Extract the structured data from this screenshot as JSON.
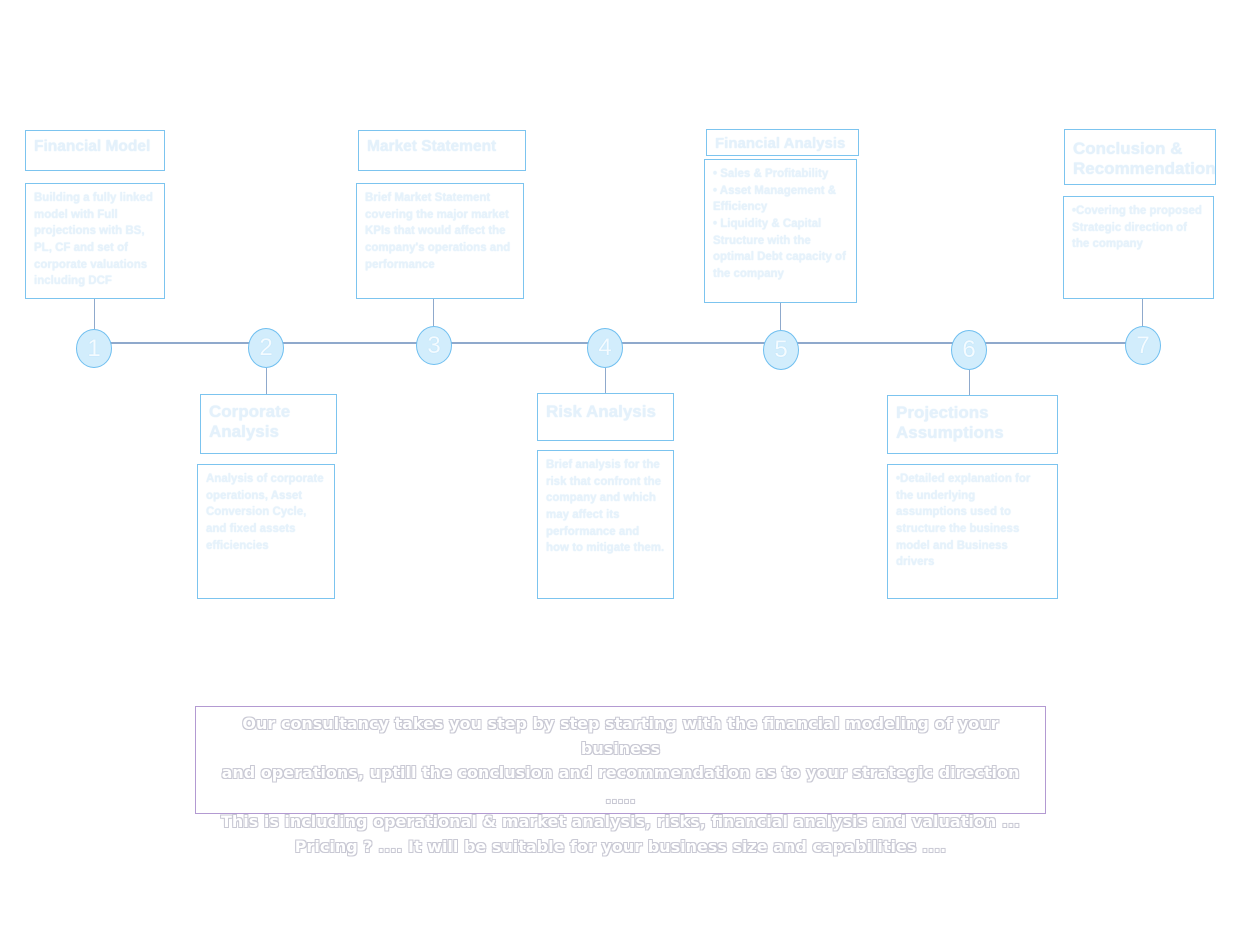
{
  "steps": [
    {
      "number": "1",
      "title": "Financial Model",
      "lines": [
        "Building a fully linked model with Full projections with BS, PL, CF and set of corporate valuations including DCF"
      ]
    },
    {
      "number": "2",
      "title": "Corporate Analysis",
      "lines": [
        "Analysis of corporate operations, Asset Conversion Cycle, and fixed assets efficiencies"
      ]
    },
    {
      "number": "3",
      "title": "Market Statement",
      "lines": [
        "Brief Market Statement covering the major market KPIs that would affect the company's operations and performance"
      ]
    },
    {
      "number": "4",
      "title": "Risk Analysis",
      "lines": [
        "Brief analysis for the risk that confront the company and which may affect its performance and how to mitigate them."
      ]
    },
    {
      "number": "5",
      "title": "Financial Analysis",
      "lines": [
        "• Sales & Profitability",
        "• Asset Management & Efficiency",
        "• Liquidity & Capital Structure with the optimal Debt capacity of the company"
      ]
    },
    {
      "number": "6",
      "title": "Projections Assumptions",
      "lines": [
        "•Detailed explanation for the underlying assumptions used to structure the business model and Business drivers"
      ]
    },
    {
      "number": "7",
      "title": "Conclusion & Recommendation",
      "lines": [
        "•Covering the proposed Strategic direction of the company"
      ]
    }
  ],
  "footer": {
    "lines": [
      "Our consultancy takes you step by step starting with the financial modeling of your business",
      "and operations, uptill the conclusion and recommendation as to your strategic direction .....",
      "This is including operational & market analysis, risks, financial analysis and valuation ...",
      "Pricing ? .... It will be suitable for your business size and capabilities ...."
    ]
  },
  "colors": {
    "box_border": "#7cc4ef",
    "node_fill": "#d2edfc",
    "timeline": "#8fa9cc",
    "footer_border": "#b39ad2"
  }
}
